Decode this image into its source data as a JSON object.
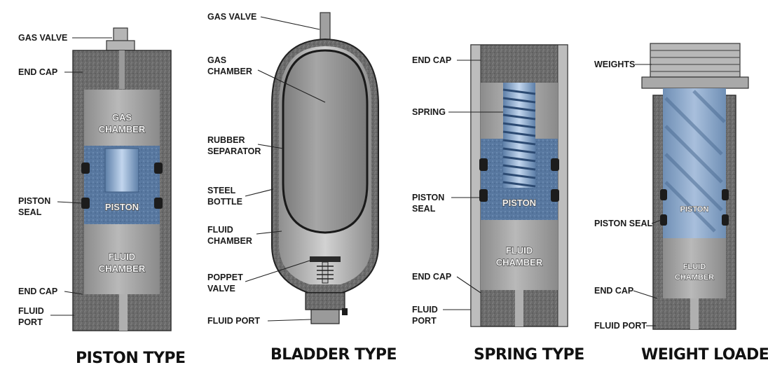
{
  "colors": {
    "housing": "#6f6f6f",
    "housing_dark": "#4a4a4a",
    "chamber": "#9a9a9a",
    "piston_blue": "#5b7fa6",
    "glass_blue": "#a9c3e0",
    "seal": "#1c1c1c",
    "text": "#111111"
  },
  "piston": {
    "title": "PISTON TYPE",
    "labels": {
      "gas_valve": "GAS VALVE",
      "end_cap_top": "END CAP",
      "piston_seal": "PISTON\nSEAL",
      "end_cap_bottom": "END CAP",
      "fluid_port": "FLUID\nPORT"
    },
    "inner": {
      "gas_chamber": "GAS\nCHAMBER",
      "piston": "PISTON",
      "fluid_chamber": "FLUID\nCHAMBER"
    }
  },
  "bladder": {
    "title": "BLADDER TYPE",
    "labels": {
      "gas_valve": "GAS VALVE",
      "gas_chamber": "GAS\nCHAMBER",
      "rubber_separator": "RUBBER\nSEPARATOR",
      "steel_bottle": "STEEL\nBOTTLE",
      "fluid_chamber": "FLUID\nCHAMBER",
      "poppet_valve": "POPPET\nVALVE",
      "fluid_port": "FLUID PORT"
    }
  },
  "spring": {
    "title": "SPRING TYPE",
    "labels": {
      "end_cap_top": "END CAP",
      "spring": "SPRING",
      "piston_seal": "PISTON\nSEAL",
      "end_cap_bottom": "END CAP",
      "fluid_port": "FLUID\nPORT"
    },
    "inner": {
      "piston": "PISTON",
      "fluid_chamber": "FLUID\nCHAMBER"
    }
  },
  "weight": {
    "title": "WEIGHT LOADED",
    "labels": {
      "weights": "WEIGHTS",
      "piston_seal": "PISTON SEAL",
      "end_cap": "END CAP",
      "fluid_port": "FLUID PORT"
    },
    "inner": {
      "piston": "PISTON",
      "fluid_chamber": "FLUID\nCHAMBER"
    }
  }
}
